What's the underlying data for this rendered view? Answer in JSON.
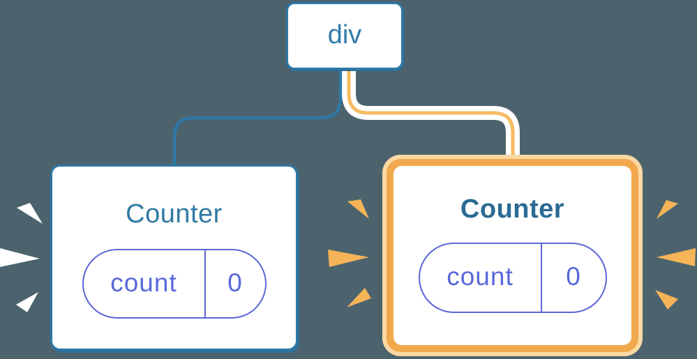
{
  "diagram": {
    "root": {
      "label": "div"
    },
    "counters": [
      {
        "title": "Counter",
        "state": {
          "key": "count",
          "value": "0"
        },
        "highlighted": false
      },
      {
        "title": "Counter",
        "state": {
          "key": "count",
          "value": "0"
        },
        "highlighted": true
      }
    ]
  },
  "colors": {
    "background": "#4C636E",
    "node_blue": "#2E78A6",
    "node_blue_text": "#2F7CA9",
    "title_left": "#3179A4",
    "title_right": "#2A6A94",
    "state_indigo": "#5A66D6",
    "state_indigo_text": "#5A68DA",
    "connector_orange": "#F6BB60",
    "highlight_border": "#F2A94E",
    "highlight_border_light": "#FBD9A4",
    "spark_orange": "#F5B457",
    "spark_white": "#FFFFFF",
    "casing_white": "#FFFFFF",
    "card_white": "#FFFFFF"
  }
}
